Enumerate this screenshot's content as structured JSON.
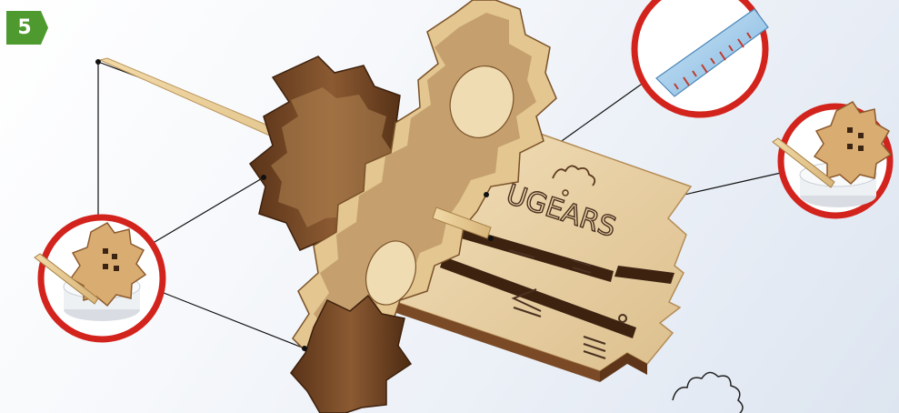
{
  "step": {
    "number": "5"
  },
  "brand": {
    "engraved_text": "UGEARS"
  },
  "callouts": [
    {
      "name": "ruler-callout",
      "icon": "ruler-icon",
      "meaning": "measure"
    },
    {
      "name": "glue-callout-right",
      "icon": "glue-pot-icon"
    },
    {
      "name": "glue-callout-left",
      "icon": "glue-pot-icon"
    }
  ],
  "colors": {
    "badge": "#4e9a2f",
    "callout_ring": "#d2231d",
    "light_wood": "#ead2a6",
    "dark_wood": "#7a4a27"
  }
}
